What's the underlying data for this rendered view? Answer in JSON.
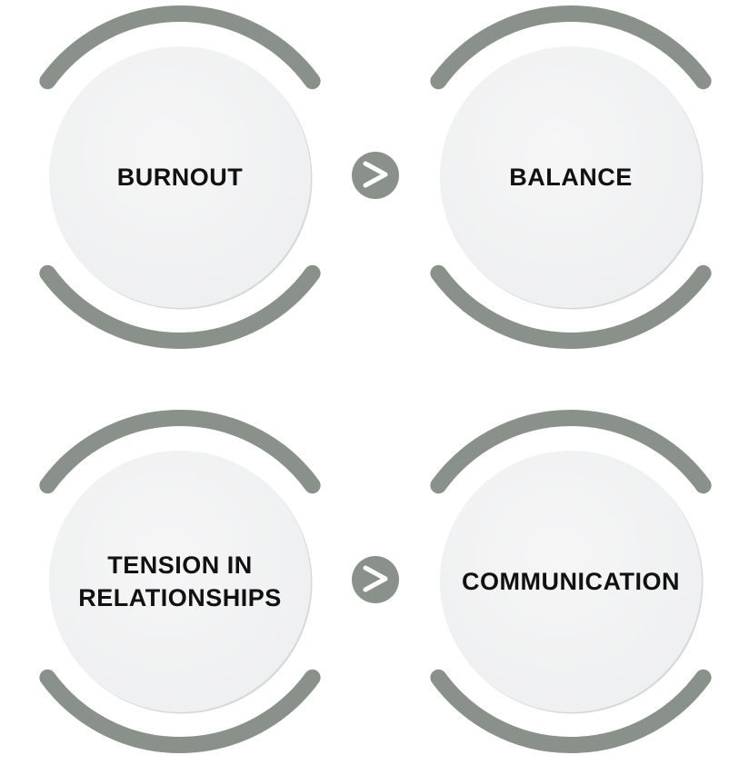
{
  "diagram": {
    "rows": [
      {
        "from": {
          "label_lines": [
            "BURNOUT"
          ]
        },
        "to": {
          "label_lines": [
            "BALANCE"
          ]
        },
        "arrow_icon": "chevron-right-icon"
      },
      {
        "from": {
          "label_lines": [
            "TENSION IN",
            "RELATIONSHIPS"
          ]
        },
        "to": {
          "label_lines": [
            "COMMUNICATION"
          ]
        },
        "arrow_icon": "chevron-right-icon"
      }
    ],
    "colors": {
      "arc": "#8a908a",
      "circle_fill": "#f1f2f3",
      "circle_edge": "#d6d7d8",
      "arrow_bg": "#8a908a",
      "text": "#111111"
    }
  }
}
